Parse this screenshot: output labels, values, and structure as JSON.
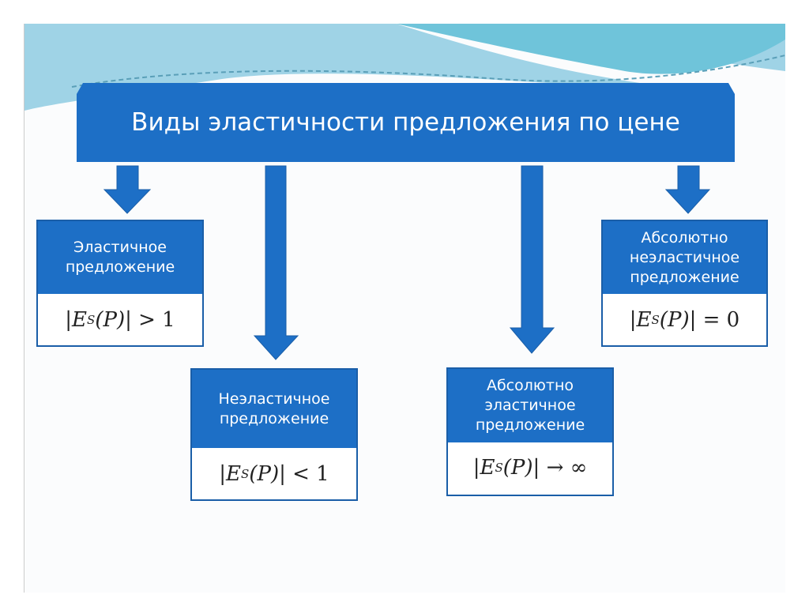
{
  "title": "Виды эластичности предложения по цене",
  "colors": {
    "box_blue": "#1d6fc6",
    "accent_teal": "#5bc3d8"
  },
  "boxes": [
    {
      "label": "Эластичное предложение",
      "formula_var": "E",
      "formula_sub": "S",
      "formula_arg": "(P)",
      "formula_rel": "> 1"
    },
    {
      "label": "Неэластичное предложение",
      "formula_var": "E",
      "formula_sub": "S",
      "formula_arg": "(P)",
      "formula_rel": "< 1"
    },
    {
      "label": "Абсолютно эластичное предложение",
      "formula_var": "E",
      "formula_sub": "S",
      "formula_arg": "(P)",
      "formula_rel": "→ ∞"
    },
    {
      "label": "Абсолютно неэластичное предложение",
      "formula_var": "E",
      "formula_sub": "S",
      "formula_arg": "(P)",
      "formula_rel": "= 0"
    }
  ]
}
